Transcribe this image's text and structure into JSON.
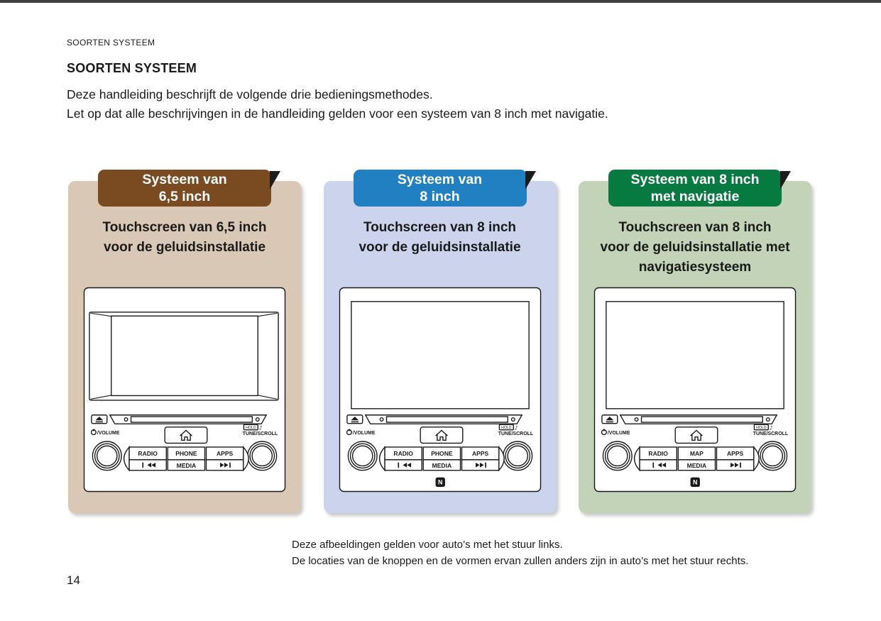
{
  "page": {
    "running_header": "SOORTEN SYSTEEM",
    "heading": "SOORTEN SYSTEEM",
    "intro_line1": "Deze handleiding beschrijft de volgende drie bedieningsmethodes.",
    "intro_line2": "Let op dat alle beschrijvingen in de handleiding gelden voor een systeem van 8 inch met navigatie.",
    "footnote_line1": "Deze afbeeldingen gelden voor auto’s met het stuur links.",
    "footnote_line2": "De locaties van de knoppen en de vormen ervan zullen anders zijn in auto’s met het stuur rechts.",
    "page_number": "14"
  },
  "colors": {
    "tab_brown": "#7a4a21",
    "panel_tan": "#d8c8b5",
    "tab_blue": "#2180c2",
    "panel_blue": "#cbd4ec",
    "tab_green": "#077a41",
    "panel_green": "#c2d3b7",
    "fold_black": "#1c1c1c",
    "line_art": "#1a1a1a"
  },
  "panels": [
    {
      "tab_line1": "Systeem van",
      "tab_line2": "6,5 inch",
      "tab_color": "#7a4a21",
      "panel_color": "#d8c8b5",
      "title_line1": "Touchscreen van 6,5 inch",
      "title_line2": "voor de geluidsinstallatie",
      "unit": {
        "volume": "/VOLUME",
        "hold": "HOLD",
        "note": "♪",
        "tune": "TUNE/SCROLL",
        "btn_radio": "RADIO",
        "btn_center": "PHONE",
        "btn_apps": "APPS",
        "btn_media": "MEDIA"
      }
    },
    {
      "tab_line1": "Systeem van",
      "tab_line2": "8 inch",
      "tab_color": "#2180c2",
      "panel_color": "#cbd4ec",
      "title_line1": "Touchscreen van 8 inch",
      "title_line2": "voor de geluidsinstallatie",
      "unit": {
        "volume": "/VOLUME",
        "hold": "HOLD",
        "note": "♪",
        "tune": "TUNE/SCROLL",
        "btn_radio": "RADIO",
        "btn_center": "PHONE",
        "btn_apps": "APPS",
        "btn_media": "MEDIA",
        "nfc": "N"
      }
    },
    {
      "tab_line1": "Systeem van 8 inch",
      "tab_line2": "met navigatie",
      "tab_color": "#077a41",
      "panel_color": "#c2d3b7",
      "title_line1": "Touchscreen van 8 inch",
      "title_line2": "voor de geluidsinstallatie met",
      "title_line3": "navigatiesysteem",
      "unit": {
        "volume": "/VOLUME",
        "hold": "HOLD",
        "note": "♪",
        "tune": "TUNE/SCROLL",
        "btn_radio": "RADIO",
        "btn_center": "MAP",
        "btn_apps": "APPS",
        "btn_media": "MEDIA",
        "nfc": "N"
      }
    }
  ]
}
